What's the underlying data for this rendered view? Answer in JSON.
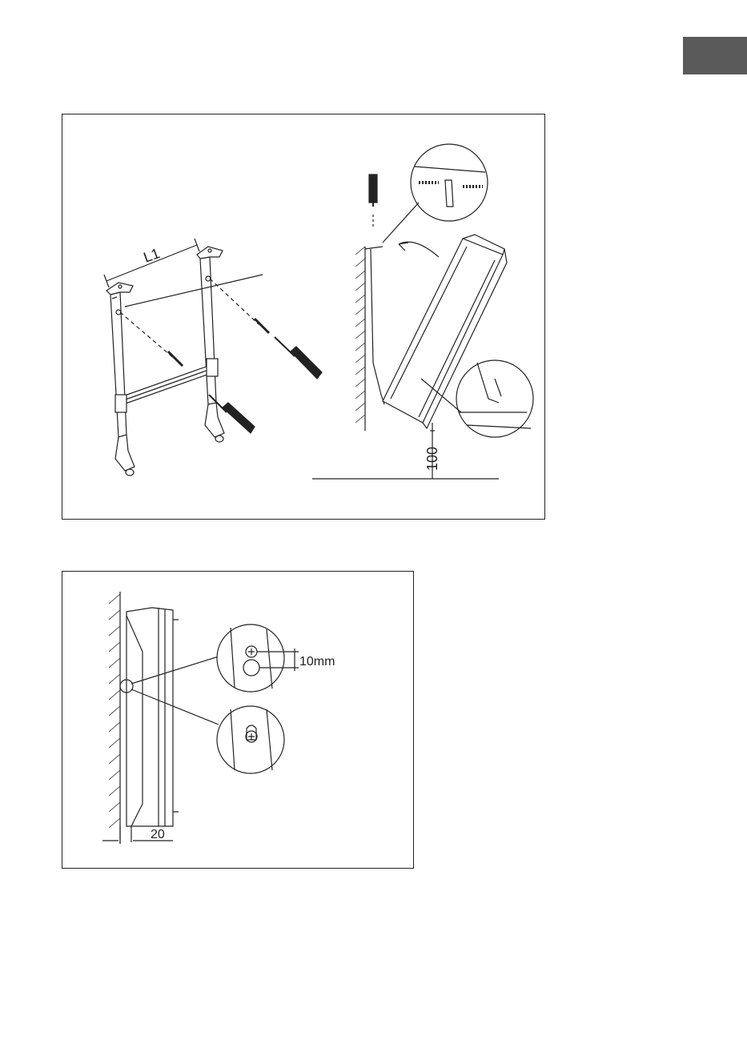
{
  "page": {
    "tab_color": "#5a5a5a",
    "line_color": "#222222"
  },
  "figure_1": {
    "bracket_label": "L1",
    "floor_clearance": "100"
  },
  "figure_2": {
    "screw_offset": "10mm",
    "wall_gap": "20"
  }
}
